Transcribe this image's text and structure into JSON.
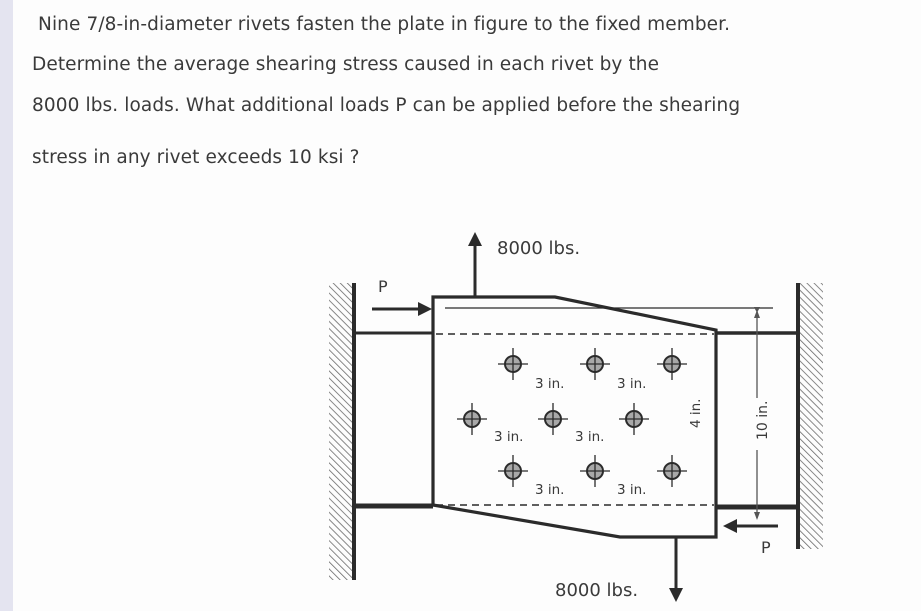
{
  "problem": {
    "lines": [
      "Nine 7/8-in-diameter rivets fasten the plate in figure to the fixed member.",
      "Determine the average shearing stress caused in each rivet by the",
      "8000 lbs. loads. What additional loads P can be applied before the shearing",
      "stress in any rivet exceeds  10 ksi ?"
    ]
  },
  "figure": {
    "load_top_label": "8000 lbs.",
    "load_bottom_label": "8000 lbs.",
    "force_left_label": "P",
    "force_right_label": "P",
    "dimension_overall": "10 in.",
    "dimension_row": "4 in.",
    "spacing_labels": [
      "3 in.",
      "3 in.",
      "3 in.",
      "3 in.",
      "3 in.",
      "3 in."
    ],
    "rivet_count": 9,
    "colors": {
      "line": "#2b2b2b",
      "rivet_fill": "#a8a8a8",
      "hatch": "#555555",
      "text": "#3a3a3a"
    }
  }
}
